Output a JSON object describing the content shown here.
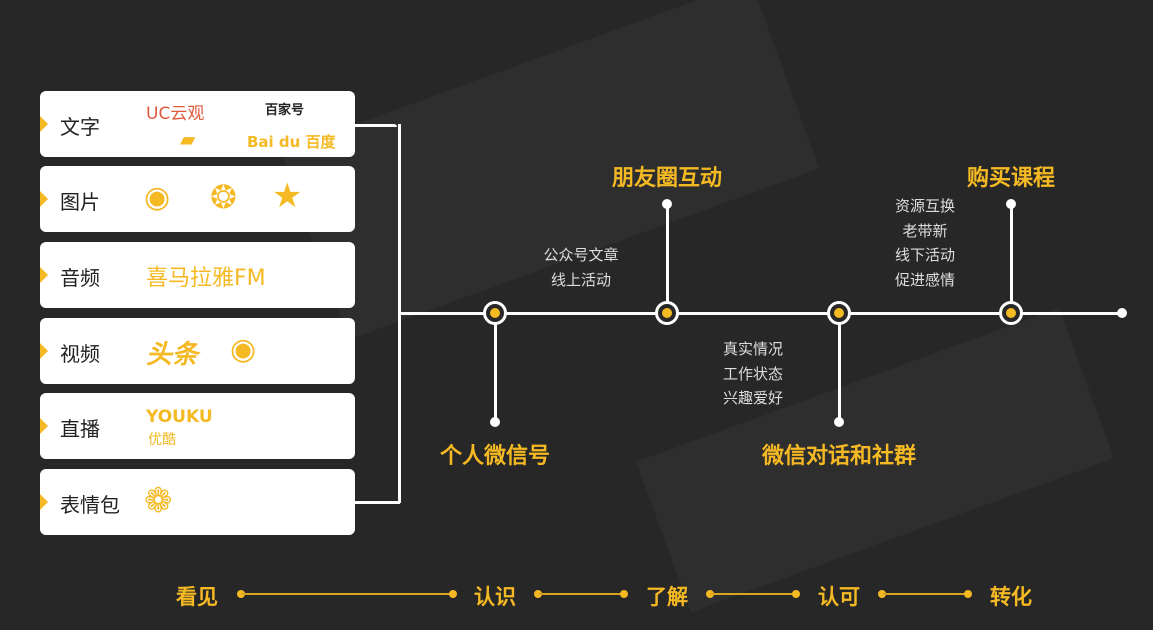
{
  "channels": [
    {
      "label": "文字",
      "logos": [
        "UC云观",
        "百家号",
        "Bai du 百度"
      ]
    },
    {
      "label": "图片"
    },
    {
      "label": "音频",
      "logos": [
        "喜马拉雅FM"
      ]
    },
    {
      "label": "视频",
      "logos": [
        "头条"
      ]
    },
    {
      "label": "直播",
      "logos": [
        "YOUKU",
        "优酷"
      ]
    },
    {
      "label": "表情包"
    }
  ],
  "timeline": {
    "steps": [
      {
        "title": "个人微信号"
      },
      {
        "title": "朋友圈互动",
        "notes": [
          "公众号文章",
          "线上活动"
        ]
      },
      {
        "title": "微信对话和社群",
        "notes": [
          "真实情况",
          "工作状态",
          "兴趣爱好"
        ]
      },
      {
        "title": "购买课程",
        "notes": [
          "资源互换",
          "老带新",
          "线下活动",
          "促进感情"
        ]
      }
    ]
  },
  "stages": [
    "看见",
    "认识",
    "了解",
    "认可",
    "转化"
  ],
  "colors": {
    "accent": "#f5b923",
    "background": "#272727"
  }
}
